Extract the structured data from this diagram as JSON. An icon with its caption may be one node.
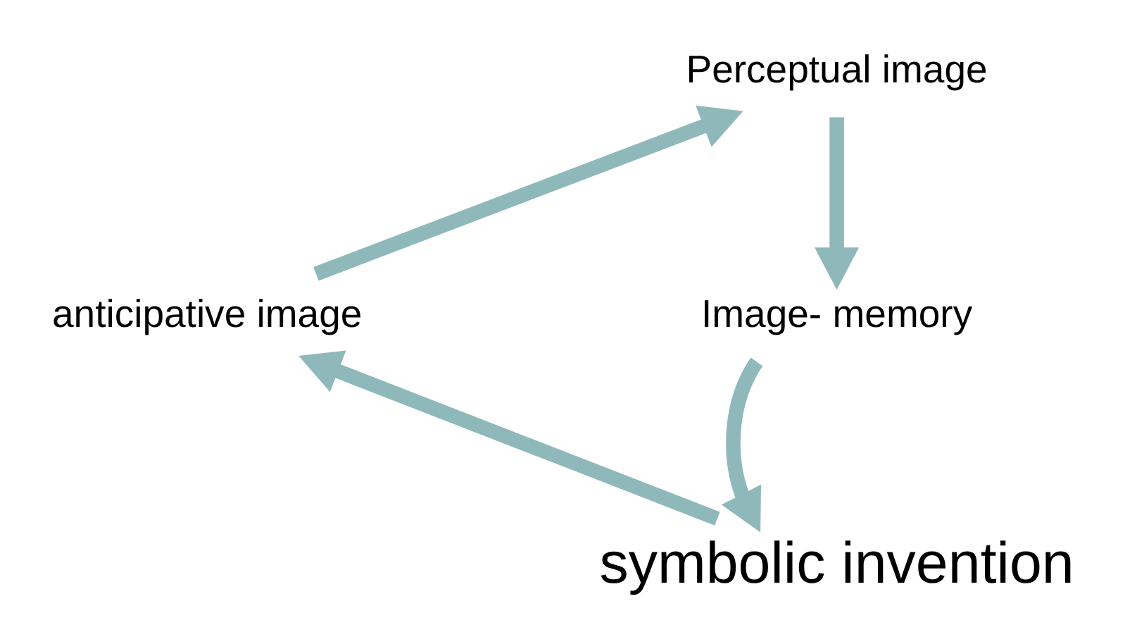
{
  "diagram": {
    "nodes": [
      {
        "text": [
          "Perceptual image"
        ]
      },
      {
        "text": [
          "Image- memory"
        ]
      },
      {
        "text": [
          "symbolic invention"
        ]
      },
      {
        "text": [
          "anticipative image"
        ]
      }
    ],
    "edges": [
      {
        "from": 0,
        "to": 1,
        "arrow": "to"
      },
      {
        "from": 1,
        "to": 2,
        "arrow": "to"
      },
      {
        "from": 2,
        "to": 3,
        "arrow": "to"
      },
      {
        "from": 3,
        "to": 0,
        "arrow": "to"
      }
    ]
  }
}
